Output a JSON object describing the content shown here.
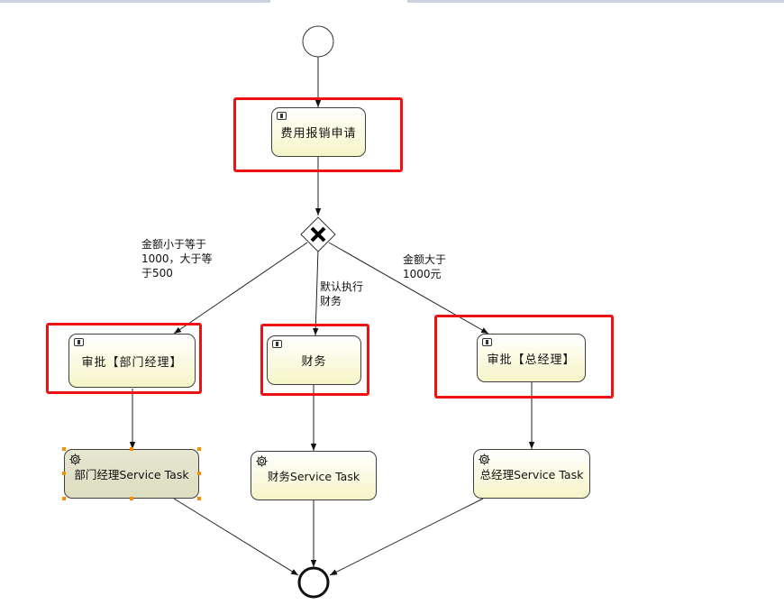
{
  "diagram": {
    "tasks": {
      "submit": "费用报销申请",
      "dept_approve": "审批【部门经理】",
      "finance": "财务",
      "gm_approve": "审批【总经理】",
      "dept_service": "部门经理Service Task",
      "finance_service": "财务Service Task",
      "gm_service": "总经理Service Task"
    },
    "flows": {
      "to_dept": "金额小于等于\n1000，大于等\n于500",
      "to_finance": "默认执行\n财务",
      "to_gm": "金额大于\n1000元"
    }
  },
  "colors": {
    "highlight": "#ee1111",
    "task_fill": "#f5f5c8",
    "selected_fill": "#ddddc0",
    "handle": "#ff8c00",
    "tab_strip": "#c9d3e0"
  },
  "icons": {
    "user_task": "user-task-icon",
    "service_task": "gear-icon",
    "gateway": "exclusive-gateway-x-icon"
  }
}
